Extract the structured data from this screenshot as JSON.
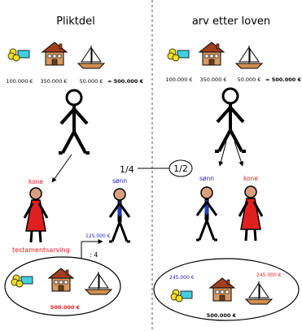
{
  "headings": {
    "left": "Pliktdel",
    "right": "arv etter loven"
  },
  "assets": {
    "money": "100.000 €",
    "house": "350.000 €",
    "boat": "50.000 €",
    "total": "= 500.000 €"
  },
  "labels": {
    "wife": "kone",
    "son": "sønn",
    "testamentary": "testamentsarving",
    "son_amount": "125.000 €",
    "divide": ": 4",
    "quarter": "1/4",
    "half": "1/2",
    "left_estate_total": "500.000 €",
    "right_son_amount": "245.000 €",
    "right_wife_amount": "245.000 €",
    "right_estate_total": "500.000 €"
  },
  "colors": {
    "red_label": "#e02020",
    "blue_label": "#2020d0",
    "wife_dress": "#e02020",
    "son_tie": "#2040c0",
    "skin": "#d8a080",
    "house_wall": "#d89860",
    "roof": "#a04020",
    "coin": "#f0e020",
    "note": "#40d0e0",
    "boat_hull": "#d09050"
  },
  "icons": [
    "coins-icon",
    "banknote-icon",
    "house-icon",
    "sailboat-icon",
    "stick-figure-icon"
  ]
}
